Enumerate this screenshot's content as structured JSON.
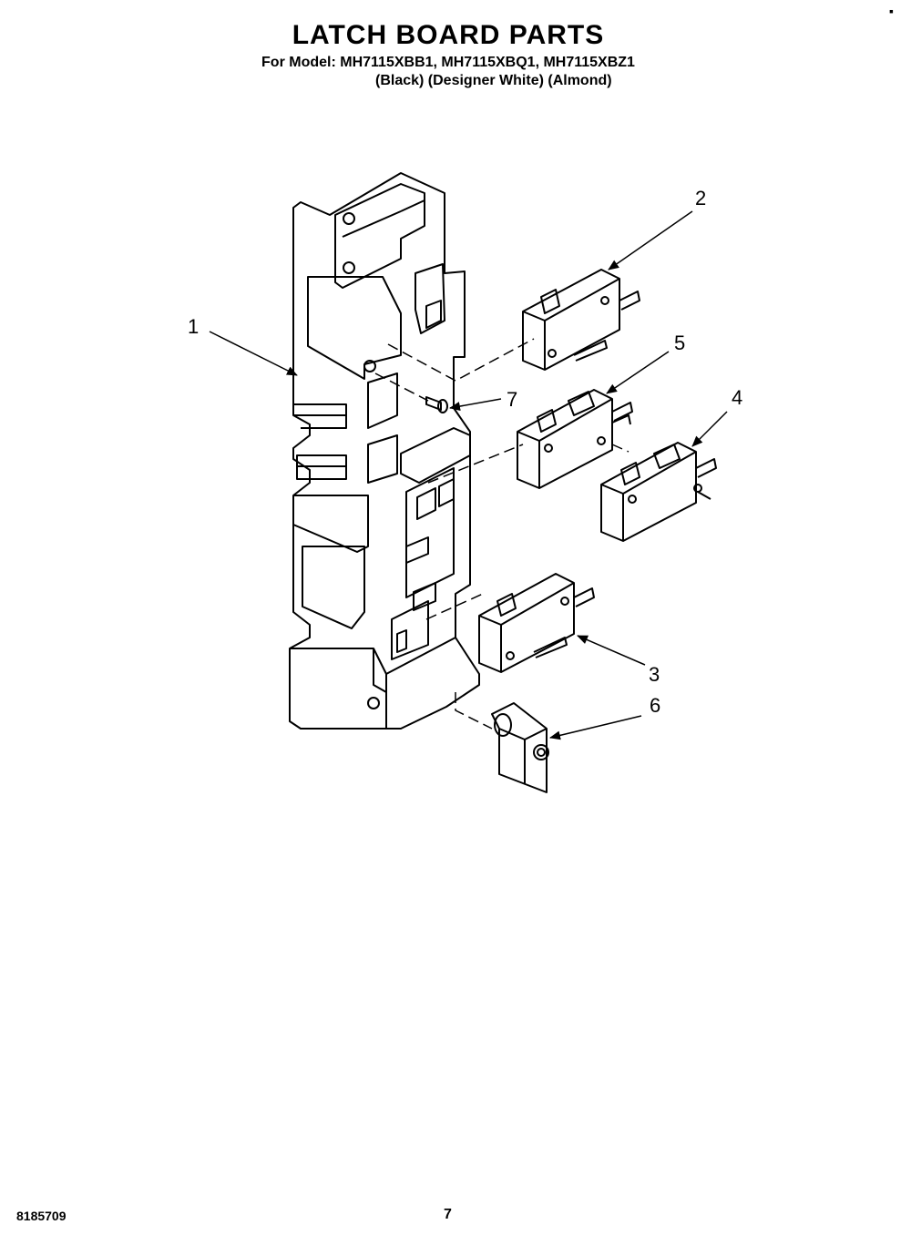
{
  "header": {
    "title": "LATCH BOARD PARTS",
    "model_line": "For Model: MH7115XBB1, MH7115XBQ1, MH7115XBZ1",
    "color_line": "(Black) (Designer White) (Almond)"
  },
  "callouts": [
    {
      "id": "1",
      "label": "1"
    },
    {
      "id": "2",
      "label": "2"
    },
    {
      "id": "3",
      "label": "3"
    },
    {
      "id": "4",
      "label": "4"
    },
    {
      "id": "5",
      "label": "5"
    },
    {
      "id": "6",
      "label": "6"
    },
    {
      "id": "7",
      "label": "7"
    }
  ],
  "footer": {
    "doc_number": "8185709",
    "page_number": "7"
  },
  "corner_mark": "▪"
}
